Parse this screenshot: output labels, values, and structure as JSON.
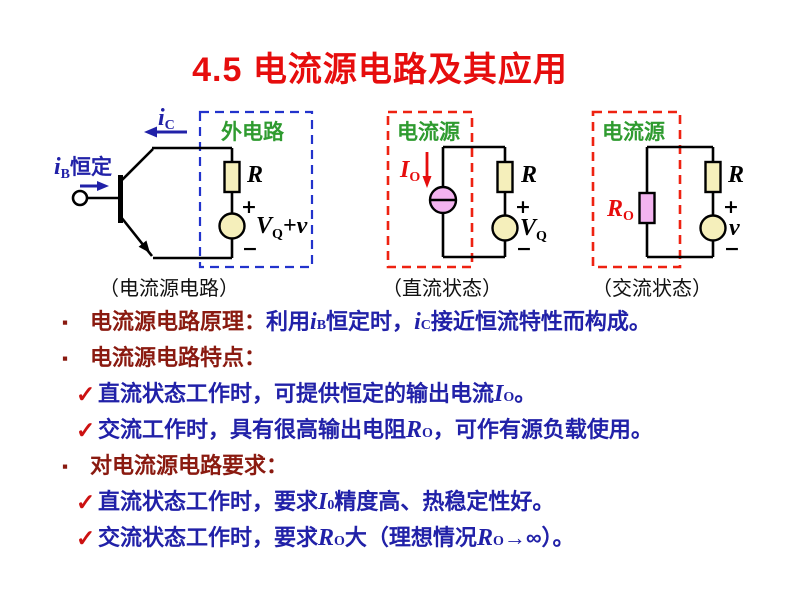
{
  "title": "4.5  电流源电路及其应用",
  "colors": {
    "title-red": "#e60d0d",
    "maroon": "#8a1a10",
    "blue": "#2121a8",
    "green": "#2f9b30",
    "dash-blue": "#2233cc",
    "dash-red": "#ee2211",
    "fill-yellow": "#f5efbb",
    "fill-pink": "#f3b3ef"
  },
  "signs": {
    "plus": "+",
    "minus": "−"
  },
  "circuits": {
    "left": {
      "ic_sym": "i",
      "ic_sub": "C",
      "ib_sym": "i",
      "ib_sub": "B",
      "ib_text": "恒定",
      "box_label": "外电路",
      "r_label": "R",
      "src_sym": "V",
      "src_sub": "Q",
      "src_rest": "+v",
      "caption": "（电流源电路）"
    },
    "middle": {
      "box_label": "电流源",
      "io_sym": "I",
      "io_sub": "O",
      "r_label": "R",
      "src_sym": "V",
      "src_sub": "Q",
      "caption": "（直流状态）"
    },
    "right": {
      "box_label": "电流源",
      "ro_sym": "R",
      "ro_sub": "O",
      "r_label": "R",
      "src_label": "v",
      "caption": "（交流状态）"
    }
  },
  "markers": {
    "square": "▪",
    "check": "✓"
  },
  "bullets": [
    {
      "marker": "square",
      "segments": [
        {
          "t": "电流源电路原理：",
          "c": "maroon"
        },
        {
          "t": "利用",
          "c": "blue"
        },
        {
          "t": "i",
          "c": "blue",
          "i": 1
        },
        {
          "t": "B",
          "c": "blue",
          "sub": 1
        },
        {
          "t": "恒定时，",
          "c": "blue"
        },
        {
          "t": "i",
          "c": "blue",
          "i": 1
        },
        {
          "t": "C",
          "c": "blue",
          "sub": 1
        },
        {
          "t": "接近恒流特性而构成。",
          "c": "blue"
        }
      ]
    },
    {
      "marker": "square",
      "segments": [
        {
          "t": "电流源电路特点：",
          "c": "maroon"
        }
      ]
    },
    {
      "marker": "check",
      "segments": [
        {
          "t": "直流状态工作时，可提供恒定的输出电流",
          "c": "blue"
        },
        {
          "t": "I",
          "c": "blue",
          "i": 1
        },
        {
          "t": "O",
          "c": "blue",
          "sub": 1
        },
        {
          "t": "。",
          "c": "blue"
        }
      ]
    },
    {
      "marker": "check",
      "segments": [
        {
          "t": "交流工作时，具有很高输出电阻",
          "c": "blue"
        },
        {
          "t": "R",
          "c": "blue",
          "i": 1
        },
        {
          "t": "O",
          "c": "blue",
          "sub": 1
        },
        {
          "t": "，可作有源负载使用。",
          "c": "blue"
        }
      ]
    },
    {
      "marker": "square",
      "segments": [
        {
          "t": "对电流源电路要求：",
          "c": "maroon"
        }
      ]
    },
    {
      "marker": "check",
      "segments": [
        {
          "t": "直流状态工作时，要求",
          "c": "blue"
        },
        {
          "t": "I",
          "c": "blue",
          "i": 1
        },
        {
          "t": "0",
          "c": "blue",
          "sub": 1
        },
        {
          "t": "精度高、热稳定性好。",
          "c": "blue"
        }
      ]
    },
    {
      "marker": "check",
      "segments": [
        {
          "t": "交流状态工作时，要求",
          "c": "blue"
        },
        {
          "t": "R",
          "c": "blue",
          "i": 1
        },
        {
          "t": "O",
          "c": "blue",
          "sub": 1
        },
        {
          "t": "大（理想情况",
          "c": "blue"
        },
        {
          "t": "R",
          "c": "blue",
          "i": 1
        },
        {
          "t": "O",
          "c": "blue",
          "sub": 1
        },
        {
          "t": "→∞）。",
          "c": "blue"
        }
      ]
    }
  ]
}
